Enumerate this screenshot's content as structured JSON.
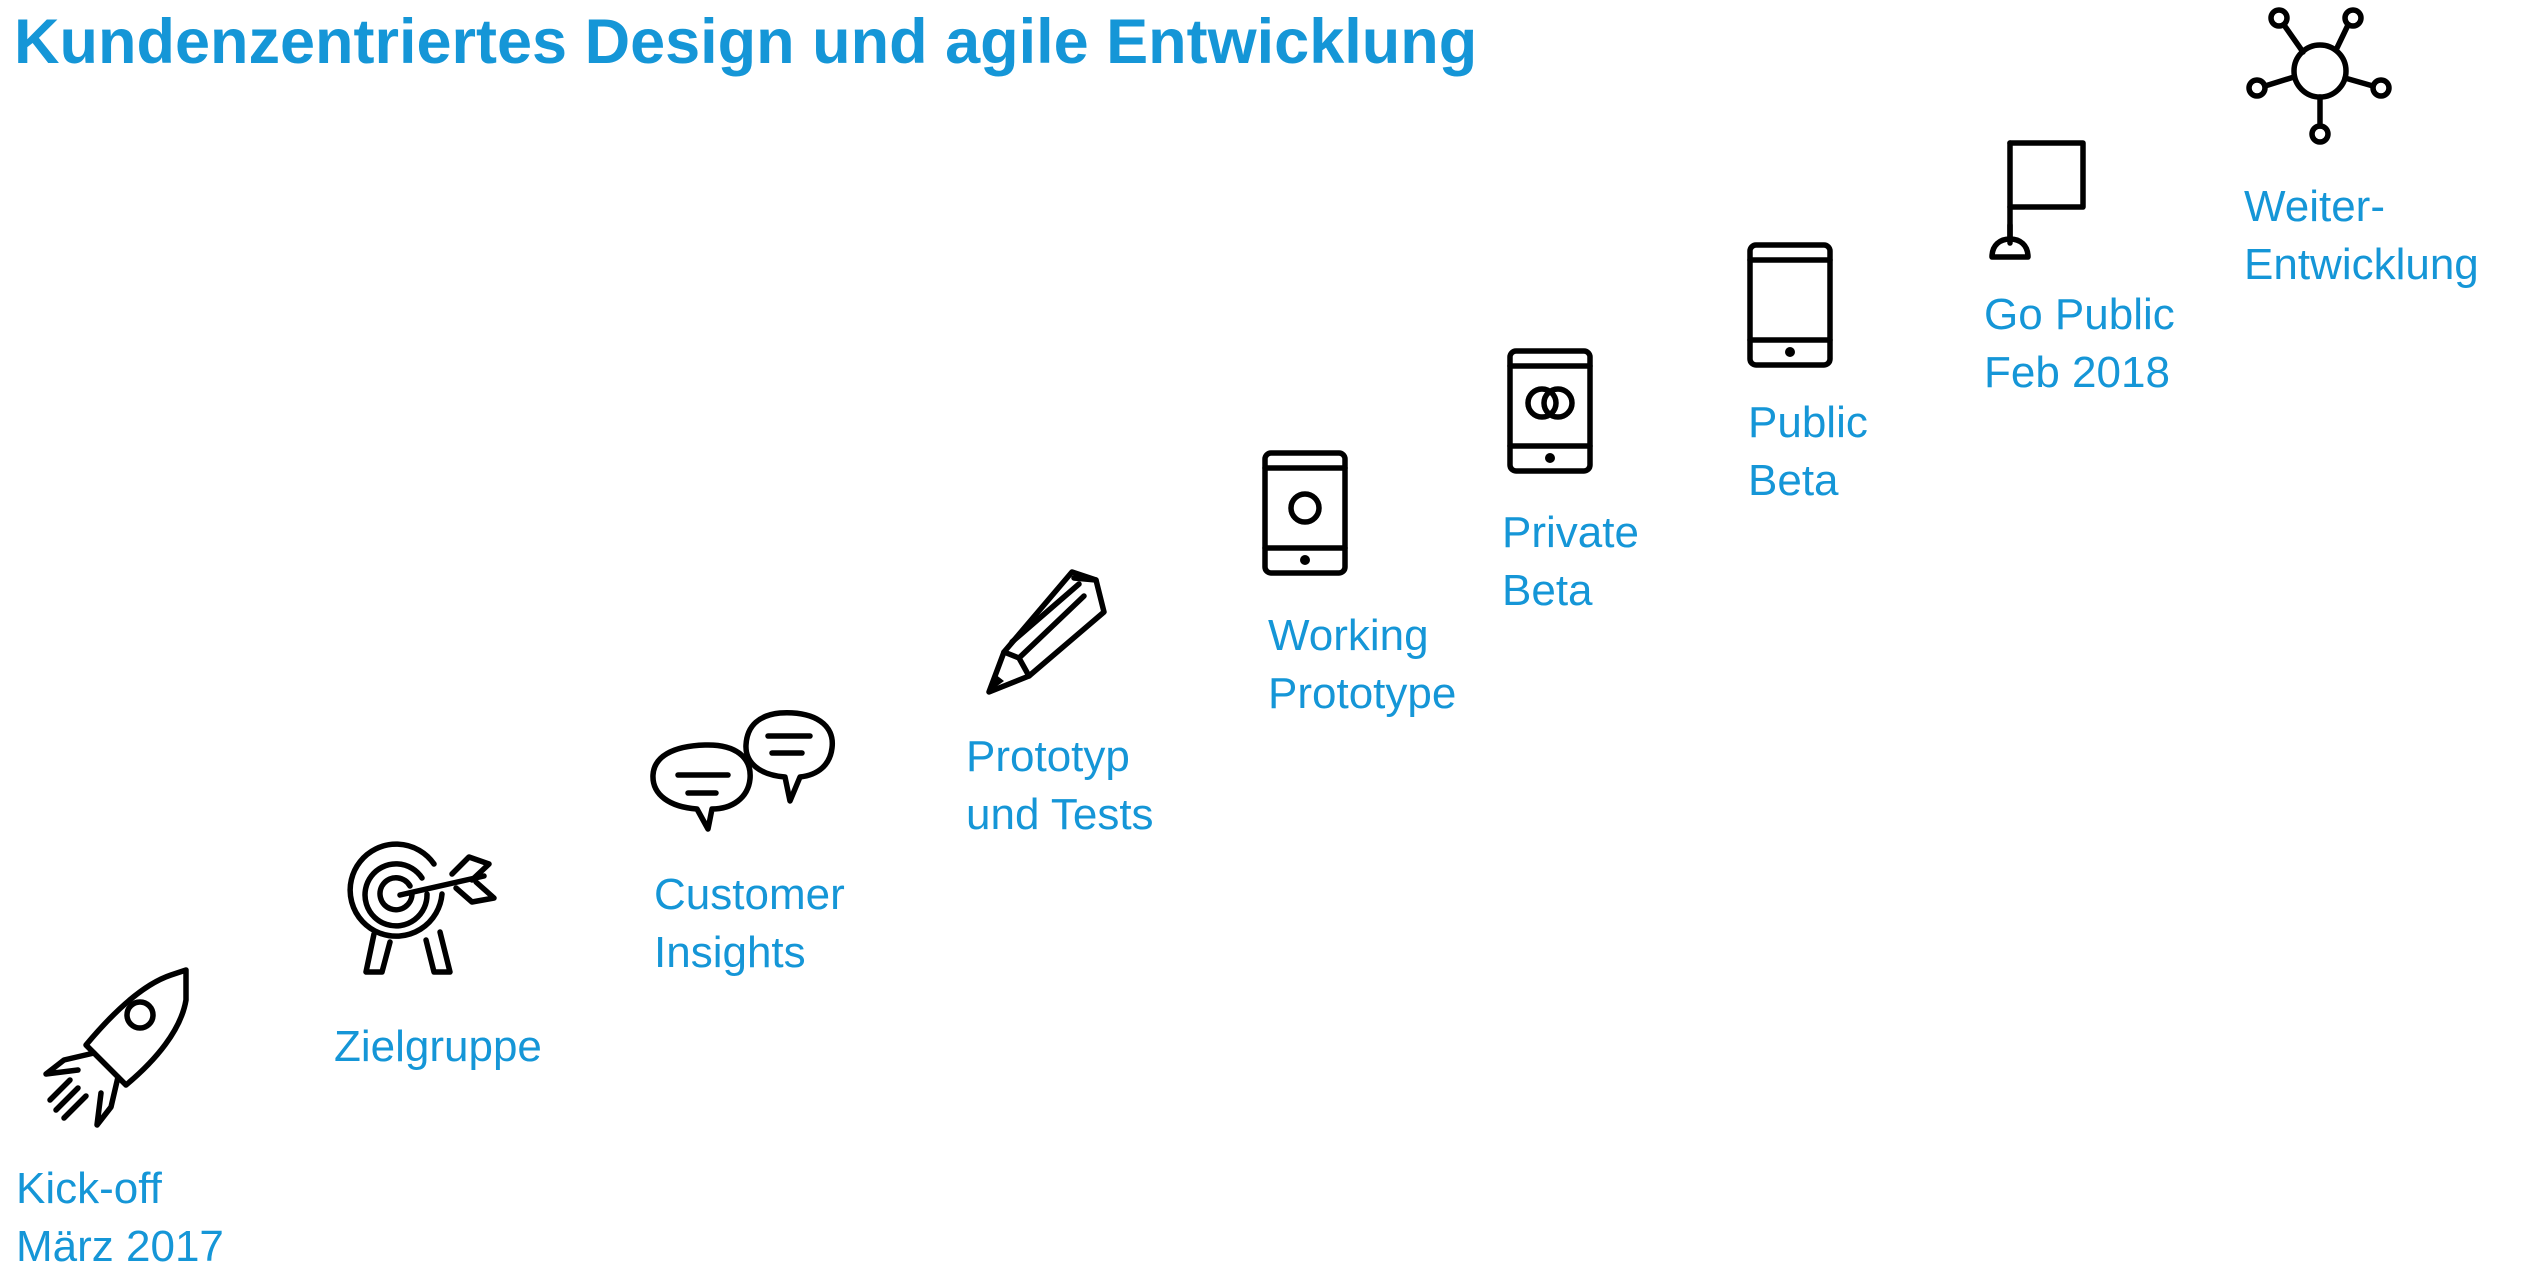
{
  "title": "Kundenzentriertes Design und agile Entwicklung",
  "colors": {
    "accent": "#1596d7",
    "icon": "#000000"
  },
  "steps": [
    {
      "icon": "rocket-icon",
      "lines": [
        "Kick-off",
        "März 2017"
      ]
    },
    {
      "icon": "target-icon",
      "lines": [
        "Zielgruppe"
      ]
    },
    {
      "icon": "speech-bubbles-icon",
      "lines": [
        "Customer",
        "Insights"
      ]
    },
    {
      "icon": "pencil-icon",
      "lines": [
        "Prototyp",
        "und Tests"
      ]
    },
    {
      "icon": "phone-circle-icon",
      "lines": [
        "Working",
        "Prototype"
      ]
    },
    {
      "icon": "phone-rings-icon",
      "lines": [
        "Private",
        "Beta"
      ]
    },
    {
      "icon": "phone-icon",
      "lines": [
        "Public",
        "Beta"
      ]
    },
    {
      "icon": "flag-icon",
      "lines": [
        "Go Public",
        "Feb 2018"
      ]
    },
    {
      "icon": "network-hub-icon",
      "lines": [
        "Weiter-",
        "Entwicklung"
      ]
    }
  ]
}
